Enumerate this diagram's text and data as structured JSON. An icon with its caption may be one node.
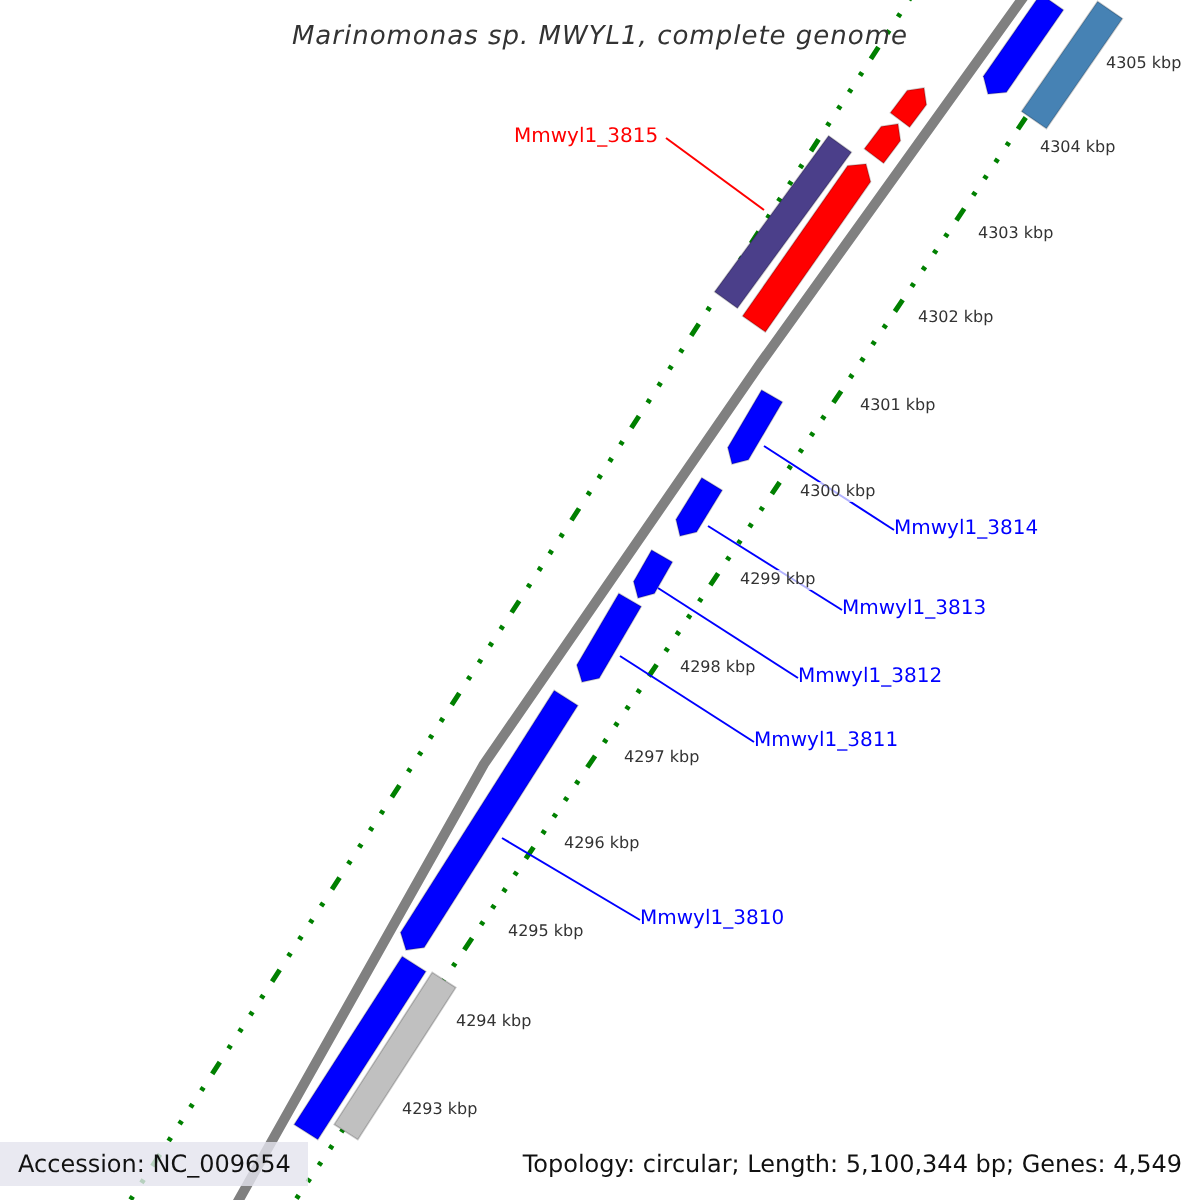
{
  "diagram": {
    "title": "Marinomonas sp. MWYL1, complete genome",
    "nodes": [
      {
        "text": [],
        "shape": "bar"
      },
      {
        "text": [],
        "shape": "bar"
      },
      {
        "text": [],
        "shape": "bar"
      },
      {
        "text": [],
        "shape": "bar"
      },
      {
        "text": [
          "Mmwyl1_3815"
        ]
      },
      {
        "text": [],
        "shape": "bar"
      },
      {
        "text": [],
        "shape": "bar"
      },
      {
        "text": [],
        "shape": "bar"
      },
      {
        "text": [
          "Mmwyl1_3814"
        ]
      },
      {
        "text": [],
        "shape": "bar"
      },
      {
        "text": [
          "Mmwyl1_3813"
        ]
      },
      {
        "text": [],
        "shape": "bar"
      },
      {
        "text": [
          "Mmwyl1_3812"
        ]
      },
      {
        "text": [],
        "shape": "bar"
      },
      {
        "text": [
          "Mmwyl1_3811"
        ]
      },
      {
        "text": [],
        "shape": "bar"
      },
      {
        "text": [
          "Mmwyl1_3810"
        ]
      },
      {
        "text": [],
        "shape": "bar"
      },
      {
        "text": [],
        "shape": "bar"
      }
    ],
    "edges": [
      {
        "from": 4,
        "to": 5,
        "arrow": "none",
        "color": "#ff0000"
      },
      {
        "from": 8,
        "to": 7,
        "arrow": "none"
      },
      {
        "from": 10,
        "to": 9,
        "arrow": "none"
      },
      {
        "from": 12,
        "to": 11,
        "arrow": "none"
      },
      {
        "from": 14,
        "to": 13,
        "arrow": "none"
      },
      {
        "from": 16,
        "to": 15,
        "arrow": "none"
      }
    ],
    "labels": [
      "4305 kbp",
      "4304 kbp",
      "4303 kbp",
      "4302 kbp",
      "4301 kbp",
      "4300 kbp",
      "4299 kbp",
      "4298 kbp",
      "4297 kbp",
      "4296 kbp",
      "4295 kbp",
      "4294 kbp",
      "4293 kbp",
      "Accession: NC_009654",
      "Topology: circular; Length: 5,100,344 bp; Genes: 4,549"
    ]
  }
}
